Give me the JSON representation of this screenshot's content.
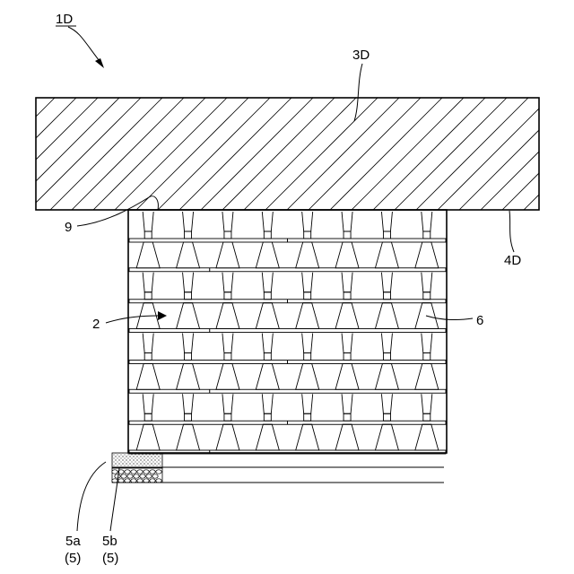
{
  "figure": {
    "device_label": "1D",
    "labels": {
      "l3D": "3D",
      "l4D": "4D",
      "l9": "9",
      "l2": "2",
      "l6": "6",
      "l5a": "5a",
      "l5a_sub": "(5)",
      "l5b": "5b",
      "l5b_sub": "(5)"
    },
    "grid": {
      "columns": 8,
      "row_pairs": 4
    }
  }
}
